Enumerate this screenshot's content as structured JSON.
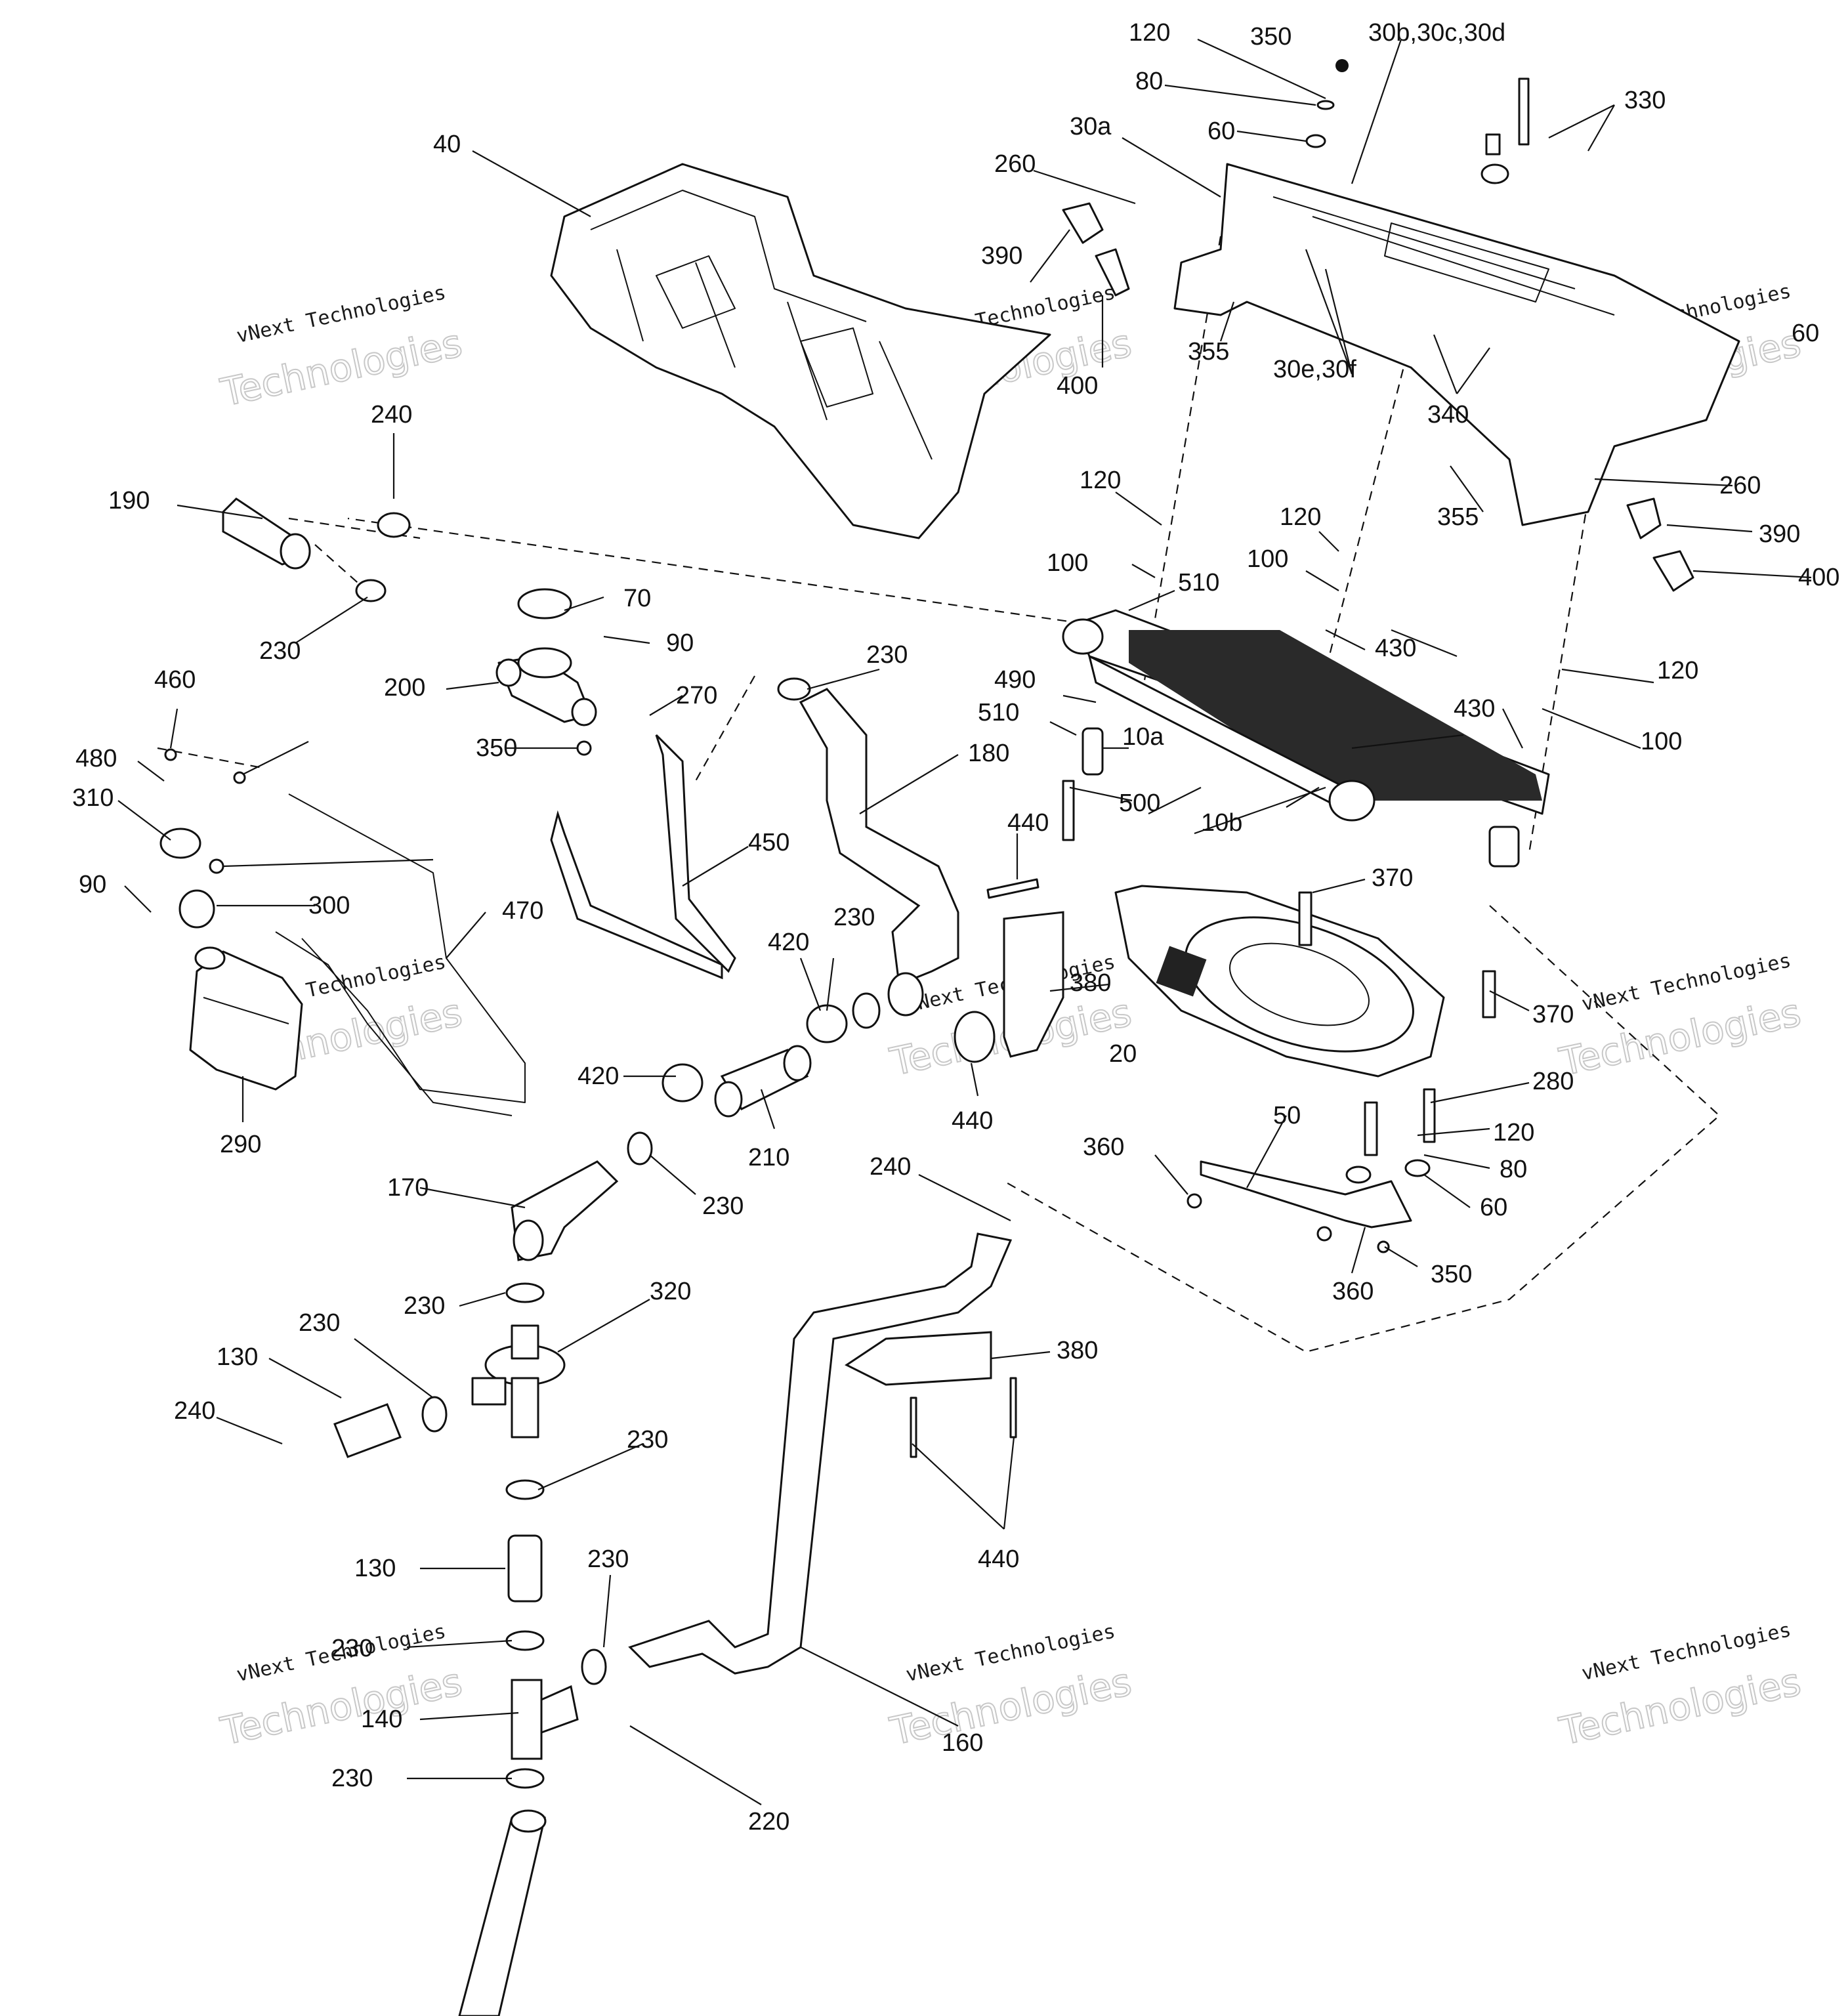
{
  "diagram": {
    "watermark_line1": "vNext Technologies",
    "watermark_line2": "Technologies",
    "callouts": [
      "120",
      "350",
      "30b,30c,30d",
      "80",
      "330",
      "60",
      "30a",
      "260",
      "390",
      "400",
      "355",
      "30e,30f",
      "340",
      "40",
      "240",
      "190",
      "230",
      "70",
      "90",
      "200",
      "270",
      "350",
      "460",
      "480",
      "310",
      "90",
      "300",
      "290",
      "470",
      "450",
      "180",
      "230",
      "120",
      "100",
      "510",
      "120",
      "100",
      "430",
      "490",
      "510",
      "10a",
      "500",
      "10b",
      "430",
      "120",
      "100",
      "60",
      "260",
      "355",
      "390",
      "400",
      "440",
      "420",
      "230",
      "380",
      "440",
      "420",
      "210",
      "230",
      "170",
      "230",
      "320",
      "230",
      "130",
      "240",
      "230",
      "130",
      "230",
      "140",
      "230",
      "230",
      "220",
      "160",
      "240",
      "380",
      "440",
      "370",
      "370",
      "20",
      "280",
      "120",
      "80",
      "60",
      "360",
      "50",
      "360",
      "350"
    ]
  }
}
